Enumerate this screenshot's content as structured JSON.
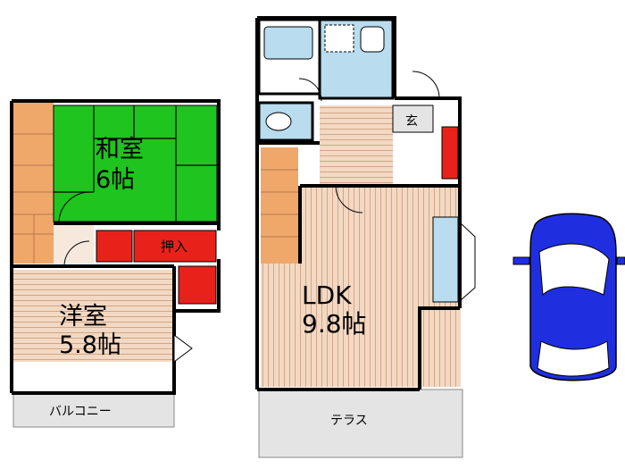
{
  "rooms": {
    "washitsu": {
      "name": "和室",
      "size": "6帖"
    },
    "youshitsu": {
      "name": "洋室",
      "size": "5.8帖"
    },
    "ldk": {
      "name": "LDK",
      "size": "9.8帖"
    },
    "oshiire": "押入",
    "genkan": "玄",
    "balcony": "バルコニー",
    "terrace": "テラス"
  },
  "colors": {
    "tatami": "#1fc41f",
    "wood_floor": "#f3d9c3",
    "stairs": "#efa86a",
    "closet": "#e8221b",
    "bath": "#b9dcef",
    "wall": "#000000",
    "car_body": "#1f2fe0",
    "exterior": "#e4e4e4"
  },
  "icons": [
    "car-icon",
    "toilet-icon",
    "bathtub-icon",
    "sink-icon",
    "kitchen-counter-icon"
  ]
}
